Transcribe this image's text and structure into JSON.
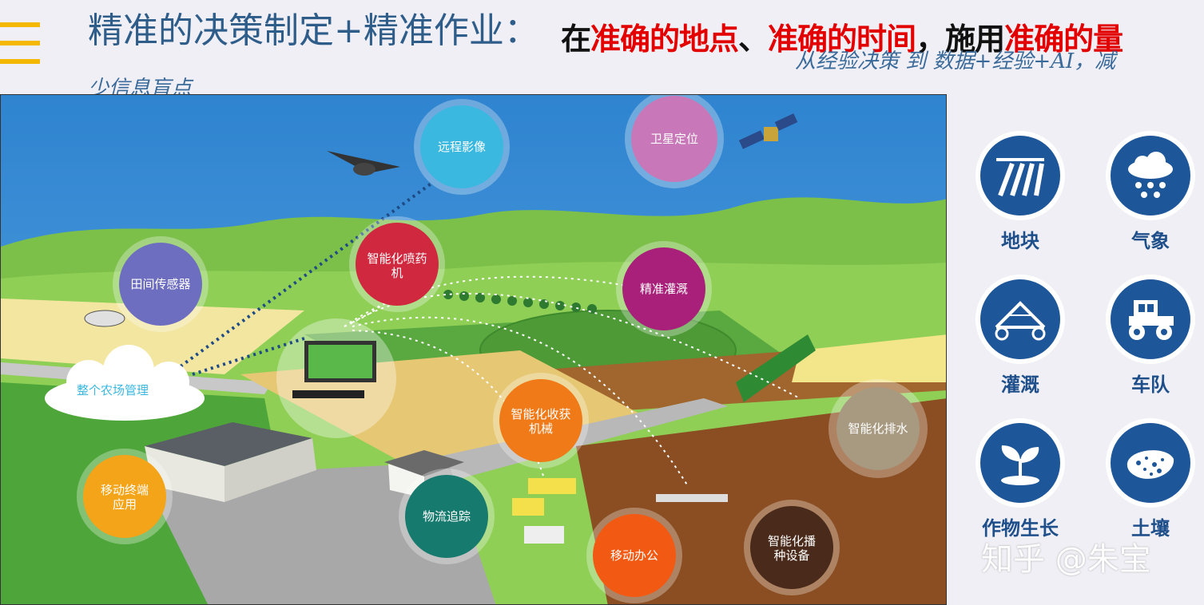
{
  "header": {
    "title": "精准的决策制定+精准作业：",
    "headline_parts": [
      {
        "text": "在",
        "style": "blk"
      },
      {
        "text": "准确的地点",
        "style": "red"
      },
      {
        "text": "、",
        "style": "blk"
      },
      {
        "text": "准确的时间",
        "style": "red"
      },
      {
        "text": "，施用",
        "style": "blk"
      },
      {
        "text": "准确的量",
        "style": "red"
      }
    ],
    "subtitle_line1": "从经验决策 到 数据+经验+AI，减",
    "subtitle_line2": "少信息盲点"
  },
  "scene": {
    "bubbles": {
      "remote_imaging": "远程影像",
      "satellite": "卫星定位",
      "field_sensor": "田间传感器",
      "smart_sprayer_l1": "智能化喷药",
      "smart_sprayer_l2": "机",
      "precision_irrigation": "精准灌溉",
      "farm_management": "整个农场管理",
      "smart_harvester_l1": "智能化收获",
      "smart_harvester_l2": "机械",
      "smart_drainage": "智能化排水",
      "mobile_app_l1": "移动终端",
      "mobile_app_l2": "应用",
      "logistics": "物流追踪",
      "mobile_office": "移动办公",
      "smart_seeder_l1": "智能化播",
      "smart_seeder_l2": "种设备"
    },
    "colors": {
      "sky": "#3d8fd6",
      "hills": "#7cc04a",
      "remote_imaging": "#3ab8e0",
      "satellite": "#c878b8",
      "field_sensor": "#6e6ec0",
      "smart_sprayer": "#d0283e",
      "precision_irrigation": "#a8207a",
      "smart_harvester": "#f07a18",
      "smart_drainage": "#a89a80",
      "mobile_app": "#f4a418",
      "logistics": "#177a6e",
      "mobile_office": "#f25a14",
      "smart_seeder": "#4a2a1a"
    }
  },
  "categories": [
    {
      "label": "地块",
      "icon": "field-plot-icon"
    },
    {
      "label": "气象",
      "icon": "weather-cloud-icon"
    },
    {
      "label": "灌溉",
      "icon": "irrigation-icon"
    },
    {
      "label": "车队",
      "icon": "tractor-icon"
    },
    {
      "label": "作物生长",
      "icon": "plant-sprout-icon"
    },
    {
      "label": "土壤",
      "icon": "soil-icon"
    }
  ],
  "watermark": "知乎 @朱宝",
  "accent_color": "#f5b800"
}
